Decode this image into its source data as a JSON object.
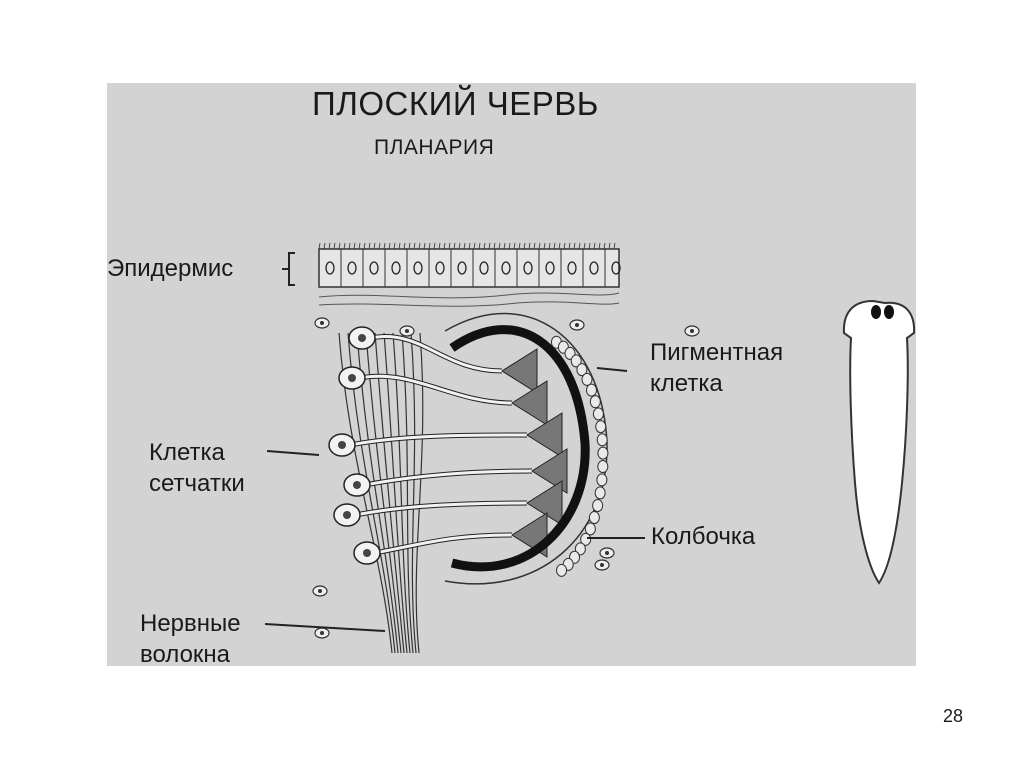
{
  "figure": {
    "title": "ПЛОСКИЙ ЧЕРВЬ",
    "subtitle": "ПЛАНАРИЯ",
    "labels": {
      "epidermis": "Эпидермис",
      "pigment_cell_line1": "Пигментная",
      "pigment_cell_line2": "клетка",
      "retina_cell_line1": "Клетка",
      "retina_cell_line2": "сетчатки",
      "cone": "Колбочка",
      "nerve_fibers_line1": "Нервные",
      "nerve_fibers_line2": "волокна"
    }
  },
  "slide": {
    "number": "28"
  }
}
